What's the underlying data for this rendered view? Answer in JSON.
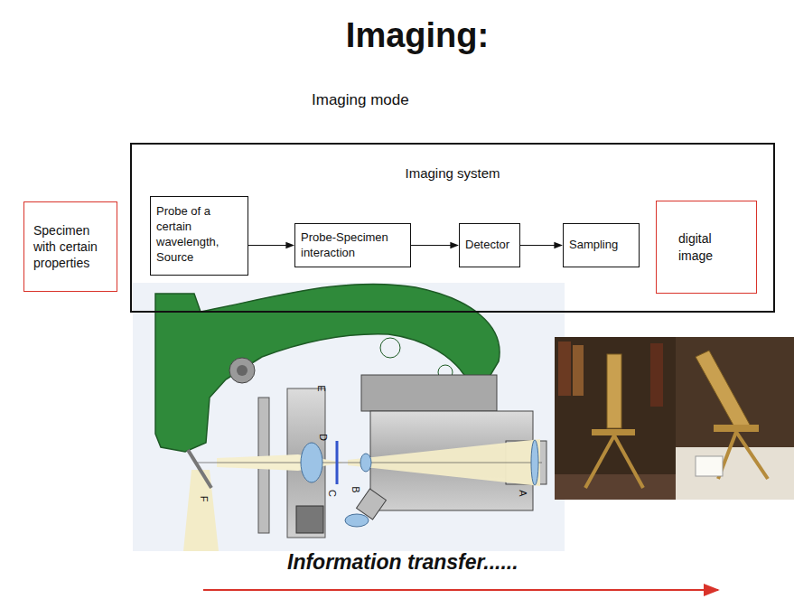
{
  "diagram": {
    "title": "Imaging:",
    "nodes": [
      {
        "text": [
          "Specimen with certain properties"
        ]
      },
      {
        "text": [
          "Imaging system"
        ]
      },
      {
        "text": [
          "Probe of a certain wavelength, Source"
        ],
        "in": 1
      },
      {
        "text": [
          "Probe-Specimen interaction"
        ],
        "in": 1
      },
      {
        "text": [
          "Detector"
        ],
        "in": 1
      },
      {
        "text": [
          "Sampling"
        ],
        "in": 1
      },
      {
        "text": [
          "digital image"
        ]
      }
    ],
    "edges": [
      {
        "from": 2,
        "to": 3,
        "arrow": "to"
      },
      {
        "from": 3,
        "to": 4,
        "arrow": "to"
      },
      {
        "from": 4,
        "to": 5,
        "arrow": "to"
      }
    ],
    "labels": [
      "Imaging mode",
      "E",
      "D",
      "C",
      "B",
      "A",
      "F",
      "Information transfer......"
    ]
  }
}
